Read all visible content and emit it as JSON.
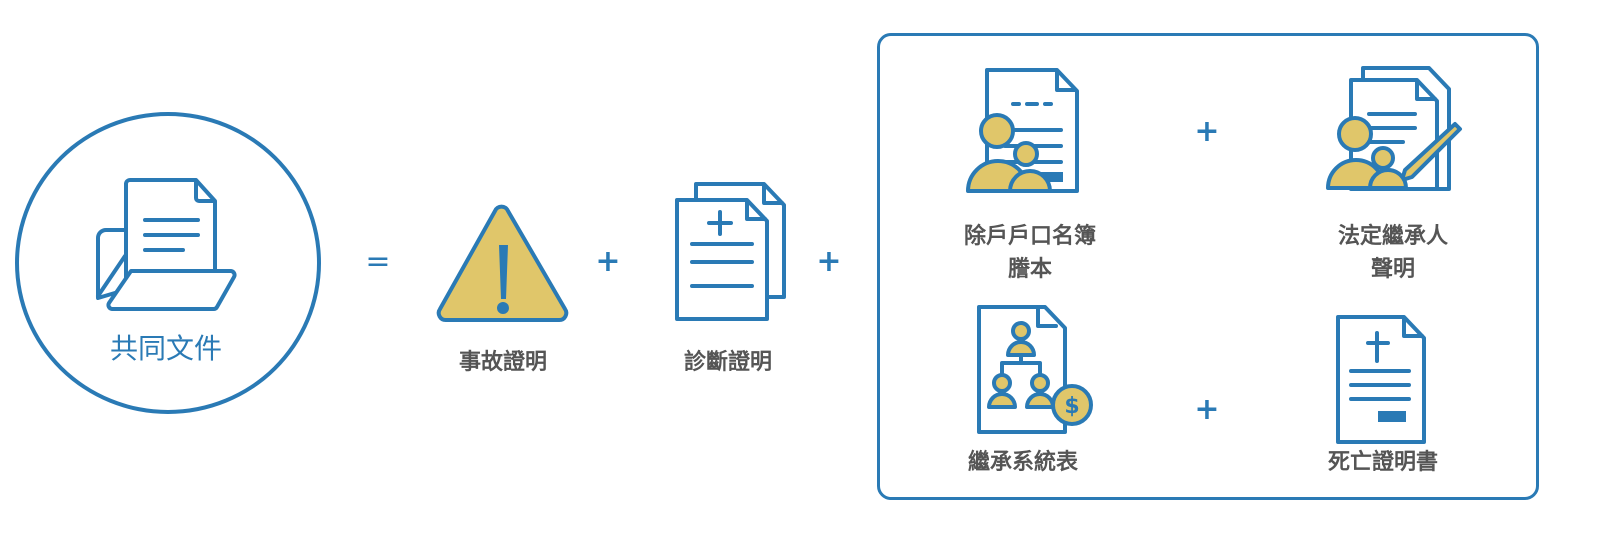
{
  "common": {
    "label": "共同文件",
    "icon": "folder-document-icon"
  },
  "operators": {
    "equals": "=",
    "plus": "+"
  },
  "items": [
    {
      "label": "事故證明",
      "icon": "warning-triangle-icon"
    },
    {
      "label": "診斷證明",
      "icon": "medical-documents-icon"
    }
  ],
  "group": [
    {
      "label_line1": "除戶戶口名簿",
      "label_line2": "謄本",
      "icon": "family-register-icon"
    },
    {
      "label_line1": "法定繼承人",
      "label_line2": "聲明",
      "icon": "heir-declaration-icon"
    },
    {
      "label": "繼承系統表",
      "icon": "inheritance-tree-icon"
    },
    {
      "label": "死亡證明書",
      "icon": "death-certificate-icon"
    }
  ],
  "colors": {
    "blue": "#2a7ab5",
    "gold": "#e0c66a",
    "text": "#555555"
  }
}
